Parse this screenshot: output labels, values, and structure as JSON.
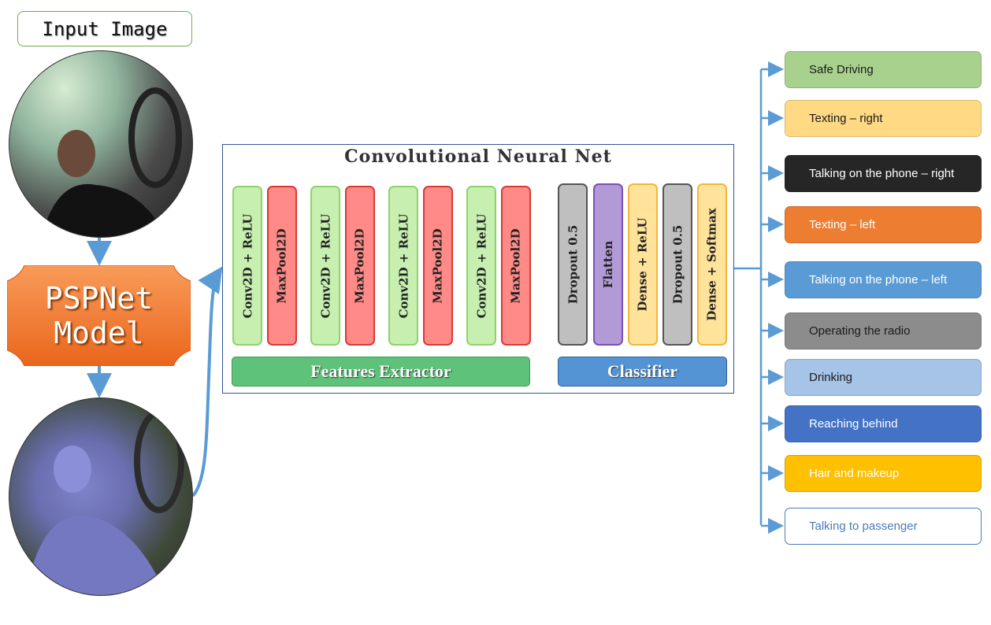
{
  "input_label": "Input Image",
  "model_label": [
    "PSPNet",
    "Model"
  ],
  "cnn": {
    "title": "Convolutional Neural Net",
    "features_label": "Features Extractor",
    "classifier_label": "Classifier",
    "feature_layers": [
      "Conv2D + ReLU",
      "MaxPool2D",
      "Conv2D + ReLU",
      "MaxPool2D",
      "Conv2D + ReLU",
      "MaxPool2D",
      "Conv2D + ReLU",
      "MaxPool2D"
    ],
    "classifier_layers": [
      "Dropout 0.5",
      "Flatten",
      "Dense + ReLU",
      "Dropout 0.5",
      "Dense + Softmax"
    ]
  },
  "classes": [
    {
      "label": "Safe Driving",
      "bg": "#a9d18e",
      "text": "#1a1a1a"
    },
    {
      "label": "Texting – right",
      "bg": "#ffd983",
      "text": "#1a1a1a"
    },
    {
      "label": "Talking on the phone – right",
      "bg": "#262626",
      "text": "#ffffff"
    },
    {
      "label": "Texting – left",
      "bg": "#ed7d31",
      "text": "#ffffff"
    },
    {
      "label": "Talking on the phone – left",
      "bg": "#5b9bd5",
      "text": "#ffffff"
    },
    {
      "label": "Operating the radio",
      "bg": "#8c8c8c",
      "text": "#1a1a1a"
    },
    {
      "label": "Drinking",
      "bg": "#a6c3e8",
      "text": "#1a1a1a"
    },
    {
      "label": "Reaching behind",
      "bg": "#4472c4",
      "text": "#ffffff"
    },
    {
      "label": "Hair and makeup",
      "bg": "#ffc000",
      "text": "#ffffff"
    },
    {
      "label": "Talking to passenger",
      "bg": "#ffffff",
      "text": "#4a7bb7"
    }
  ],
  "colors": {
    "arrow": "#5b9bd5",
    "pspnet": "#f47a30"
  }
}
